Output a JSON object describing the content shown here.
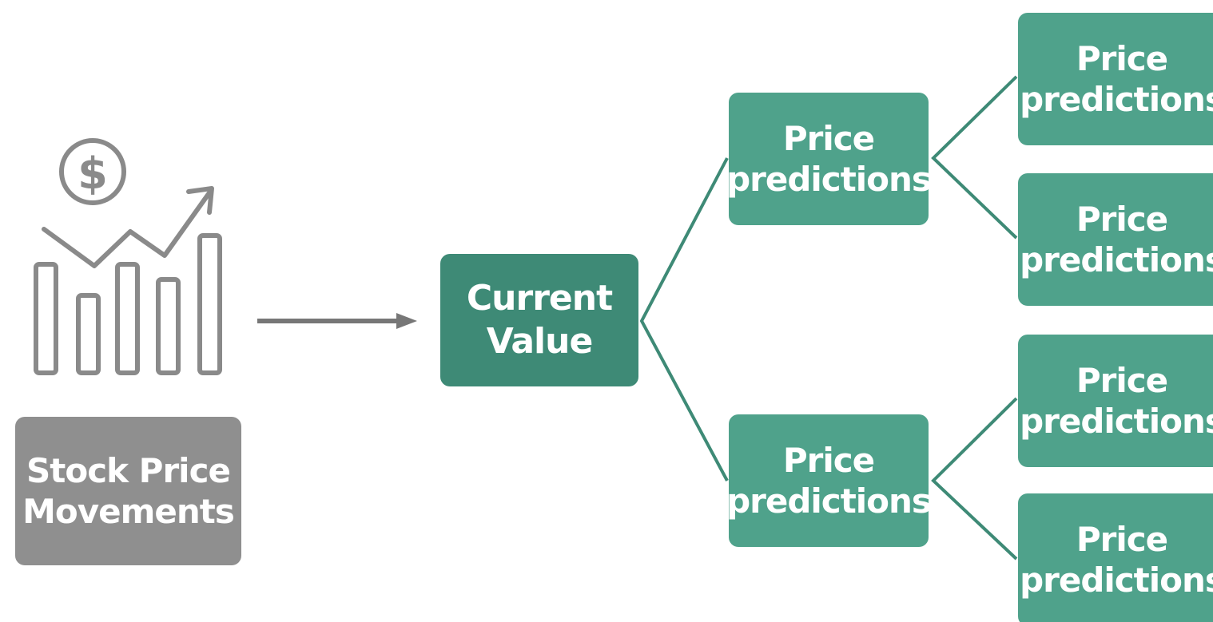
{
  "stock_label": "Stock Price\nMovements",
  "current_label": "Current\nValue",
  "mid_nodes": [
    {
      "label": "Price\npredictions"
    },
    {
      "label": "Price\npredictions"
    }
  ],
  "leaf_nodes": [
    {
      "label": "Price\npredictions"
    },
    {
      "label": "Price\npredictions"
    },
    {
      "label": "Price\npredictions"
    },
    {
      "label": "Price\npredictions"
    }
  ],
  "colors": {
    "stock": "#8f8f8f",
    "current": "#3e8a76",
    "prediction": "#4fa28b",
    "connector": "#3e8a76",
    "icon": "#8a8a8a",
    "arrow": "#777777"
  },
  "icon": "stock-chart-dollar-icon"
}
